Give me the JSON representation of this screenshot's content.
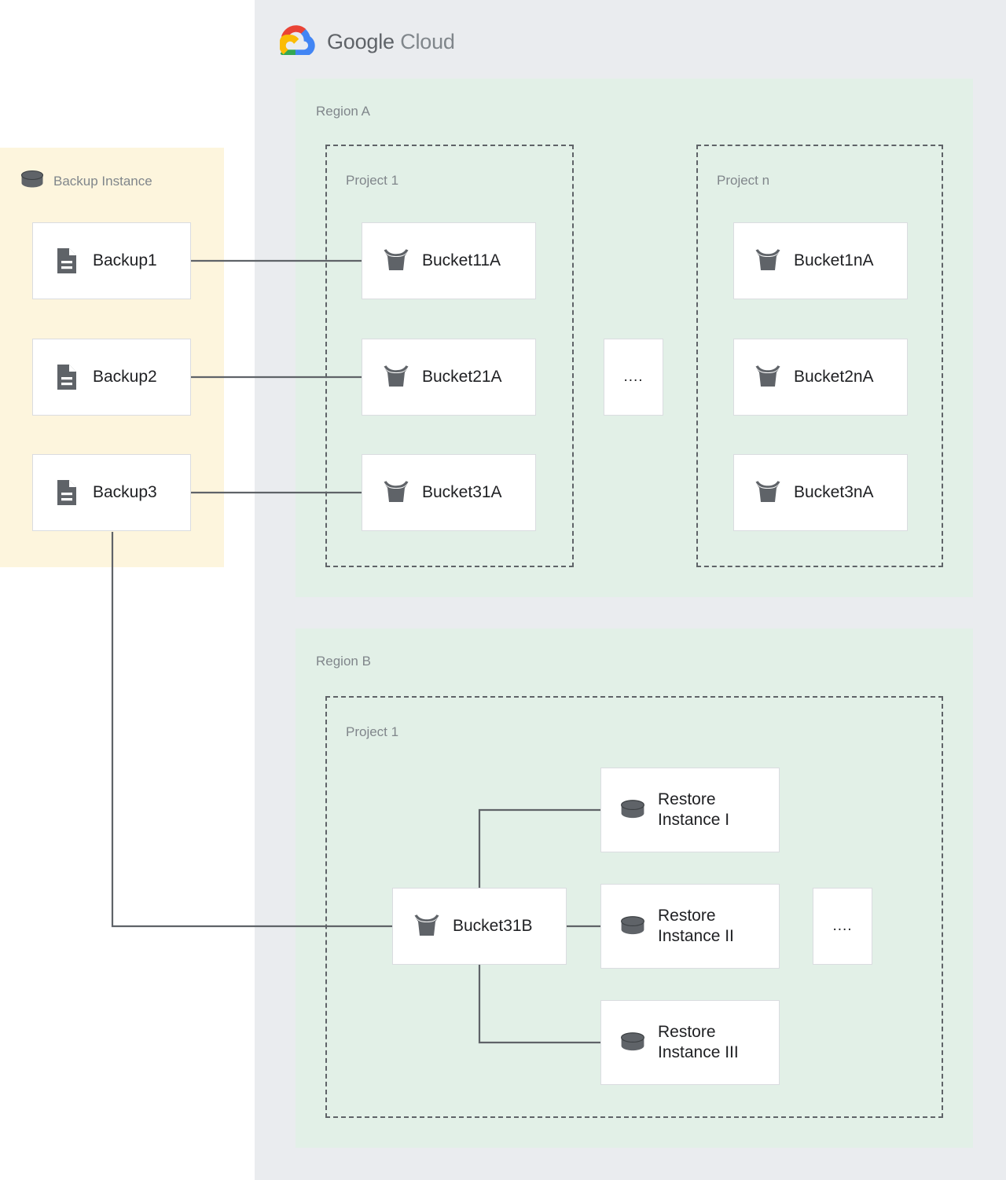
{
  "cloud": {
    "brand_primary": "Google",
    "brand_secondary": "Cloud",
    "logo_icon": "google-cloud-logo-icon",
    "panel_color": "#eaecef"
  },
  "backup_instance": {
    "title": "Backup Instance",
    "icon": "database-cylinder-icon",
    "panel_color": "#fdf5dd",
    "nodes": [
      {
        "label": "Backup1",
        "icon": "document-icon"
      },
      {
        "label": "Backup2",
        "icon": "document-icon"
      },
      {
        "label": "Backup3",
        "icon": "document-icon"
      }
    ]
  },
  "regions": [
    {
      "label": "Region A",
      "color": "#e2f0e7",
      "projects": [
        {
          "label": "Project 1",
          "nodes": [
            {
              "label": "Bucket11A",
              "icon": "storage-bucket-icon"
            },
            {
              "label": "Bucket21A",
              "icon": "storage-bucket-icon"
            },
            {
              "label": "Bucket31A",
              "icon": "storage-bucket-icon"
            }
          ]
        },
        {
          "label": "Project n",
          "nodes": [
            {
              "label": "Bucket1nA",
              "icon": "storage-bucket-icon"
            },
            {
              "label": "Bucket2nA",
              "icon": "storage-bucket-icon"
            },
            {
              "label": "Bucket3nA",
              "icon": "storage-bucket-icon"
            }
          ]
        }
      ],
      "ellipsis": "...."
    },
    {
      "label": "Region B",
      "color": "#e2f0e7",
      "projects": [
        {
          "label": "Project 1",
          "nodes": [
            {
              "label": "Bucket31B",
              "icon": "storage-bucket-icon"
            },
            {
              "label": "Restore\nInstance I",
              "icon": "database-cylinder-icon"
            },
            {
              "label": "Restore\nInstance II",
              "icon": "database-cylinder-icon"
            },
            {
              "label": "Restore\nInstance III",
              "icon": "database-cylinder-icon"
            }
          ]
        }
      ],
      "ellipsis": "...."
    }
  ],
  "connections": [
    {
      "from": "Backup1",
      "to": "Bucket11A"
    },
    {
      "from": "Backup2",
      "to": "Bucket21A"
    },
    {
      "from": "Backup3",
      "to": "Bucket31A"
    },
    {
      "from": "Backup3",
      "to": "Bucket31B"
    },
    {
      "from": "Bucket31B",
      "to": "Restore Instance I"
    },
    {
      "from": "Bucket31B",
      "to": "Restore Instance II"
    },
    {
      "from": "Bucket31B",
      "to": "Restore Instance III"
    }
  ],
  "colors": {
    "connector": "#5f6368",
    "icon": "#5f6368",
    "label_muted": "#80868b",
    "node_text": "#202124",
    "node_border": "#dadce0",
    "logo_red": "#ea4335",
    "logo_blue": "#4285f4",
    "logo_yellow": "#fbbc04",
    "logo_green": "#34a853"
  }
}
